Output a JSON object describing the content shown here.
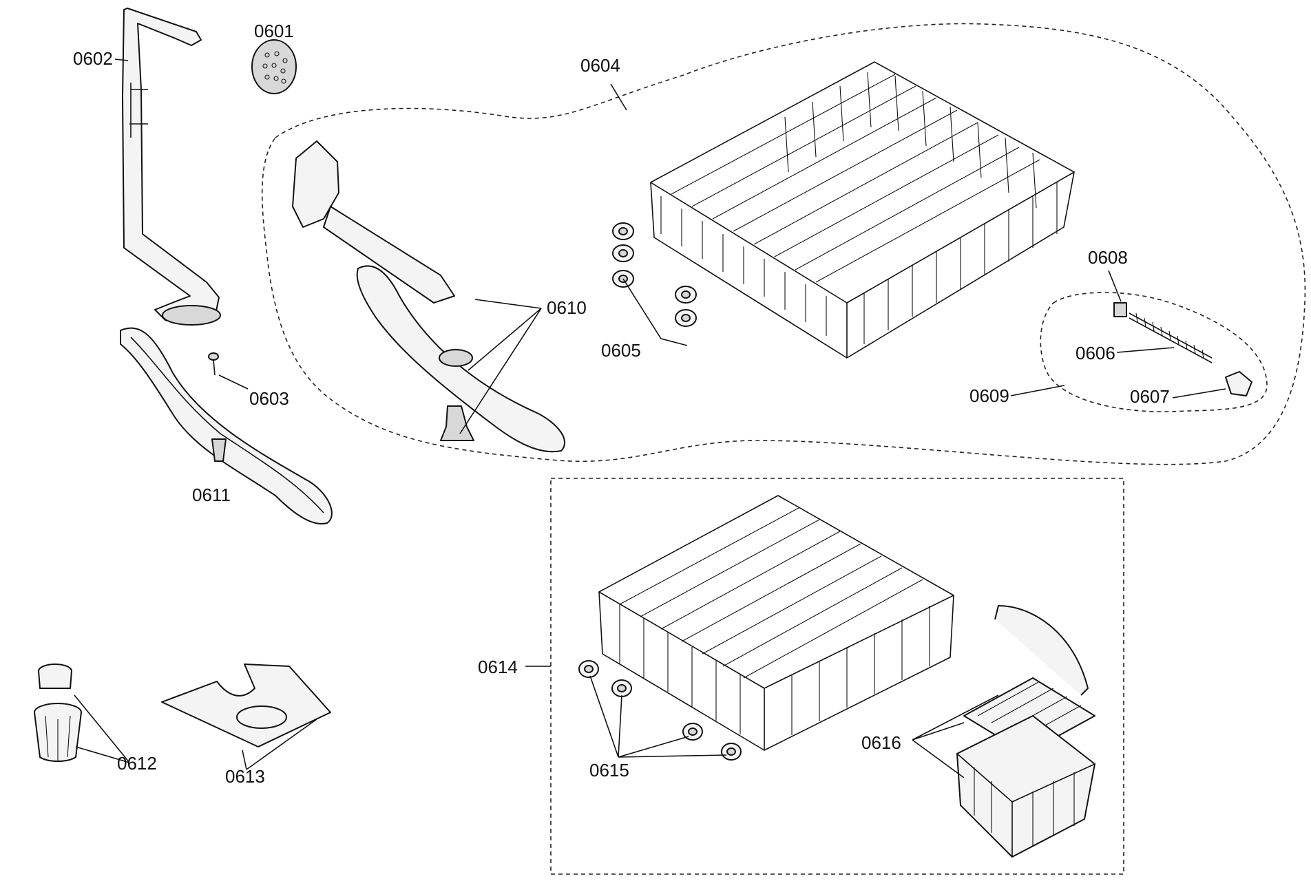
{
  "parts": {
    "p0601": "0601",
    "p0602": "0602",
    "p0603": "0603",
    "p0604": "0604",
    "p0605": "0605",
    "p0606": "0606",
    "p0607": "0607",
    "p0608": "0608",
    "p0609": "0609",
    "p0610": "0610",
    "p0611": "0611",
    "p0612": "0612",
    "p0613": "0613",
    "p0614": "0614",
    "p0615": "0615",
    "p0616": "0616"
  }
}
